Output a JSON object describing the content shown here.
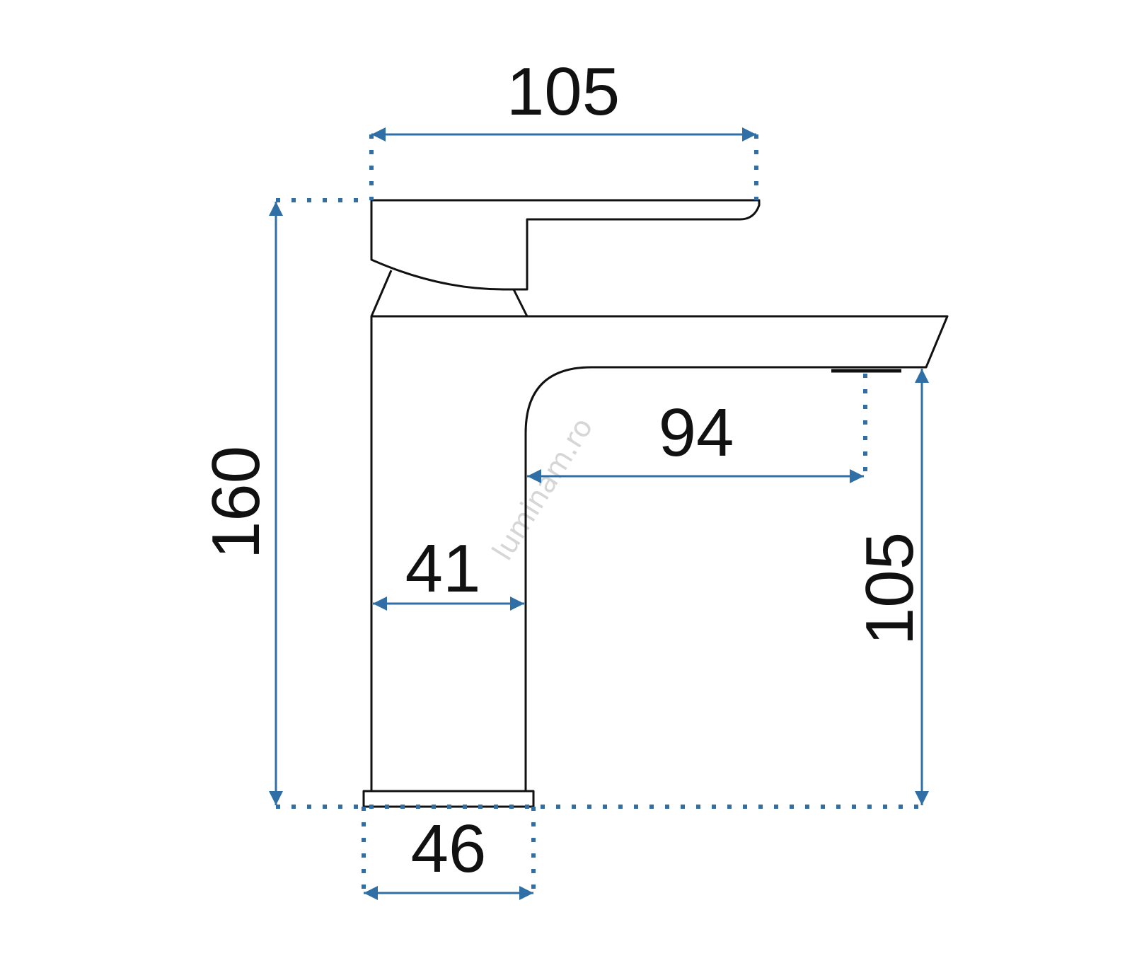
{
  "dimensions": {
    "handle_length": "105",
    "total_height": "160",
    "spout_reach": "94",
    "body_width": "41",
    "base_width": "46",
    "spout_height": "105"
  },
  "watermark": "luminam.ro",
  "colors": {
    "dimension_line": "#2f6fa6",
    "outline": "#111111",
    "background": "#ffffff"
  }
}
